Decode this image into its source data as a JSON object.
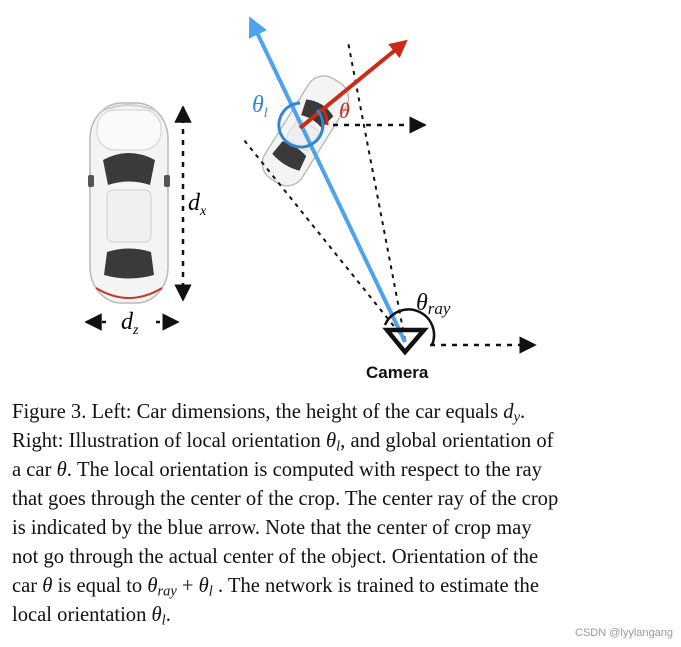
{
  "figure": {
    "dx_label": "d",
    "dx_sub": "x",
    "dz_label": "d",
    "dz_sub": "z",
    "theta_l_label": "θ",
    "theta_l_sub": "l",
    "theta_label": "θ",
    "theta_ray_label": "θ",
    "theta_ray_sub": "ray",
    "camera_label": "Camera",
    "colors": {
      "blue_ray": "#4da3ee",
      "red_arrow": "#cc2a17",
      "dark": "#111111"
    }
  },
  "caption": {
    "l1": {
      "pre": "Figure 3. Left: Car dimensions, the height of the car equals",
      "math": "d",
      "sub": "y",
      "post": "."
    },
    "l2": {
      "pre": "Right: Illustration of local orientation",
      "math": "θ",
      "sub": "l",
      "post": ", and global orientation of"
    },
    "l3": {
      "pre": "a car",
      "math": "θ",
      "post": ". The local orientation is computed with respect to the ray"
    },
    "l4": "that goes through the center of the crop. The center ray of the crop",
    "l5": "is indicated by the blue arrow. Note that the center of crop may",
    "l6": "not go through the actual center of the object. Orientation of the",
    "l7": {
      "pre": "car",
      "m1": "θ",
      "mid1": "is equal to",
      "m2": "θ",
      "sub2": "ray",
      "plus": "+",
      "m3": "θ",
      "sub3": "l",
      "post": ". The network is trained to estimate the"
    },
    "l8": {
      "pre": "local orientation",
      "math": "θ",
      "sub": "l",
      "post": "."
    }
  },
  "watermark": "CSDN @lyylangang"
}
